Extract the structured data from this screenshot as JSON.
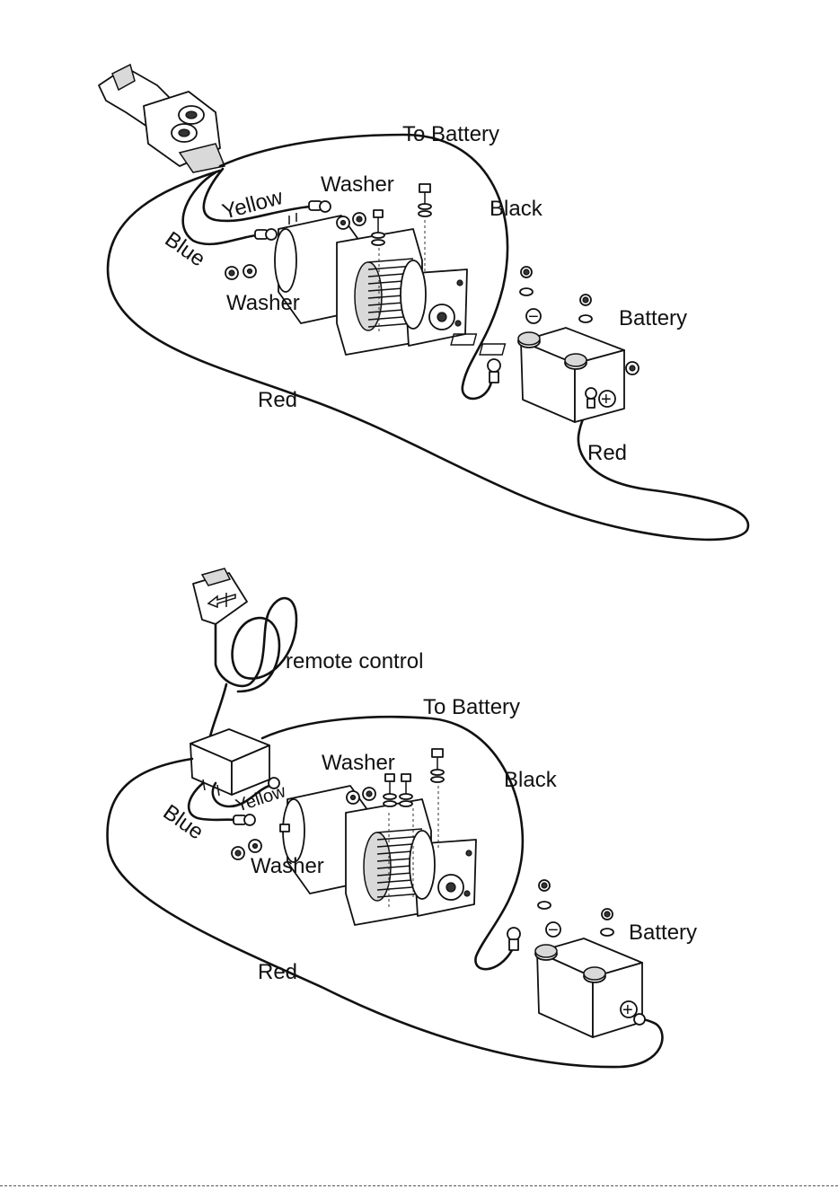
{
  "diagram_top": {
    "labels": {
      "to_battery": "To Battery",
      "black": "Black",
      "yellow": "Yellow",
      "blue": "Blue",
      "washer_upper": "Washer",
      "washer_lower": "Washer",
      "battery": "Battery",
      "red_left": "Red",
      "red_right": "Red"
    }
  },
  "diagram_bottom": {
    "labels": {
      "remote_control": "remote control",
      "to_battery": "To Battery",
      "black": "Black",
      "yellow": "Yellow",
      "blue": "Blue",
      "washer_upper": "Washer",
      "washer_lower": "Washer",
      "battery": "Battery",
      "red": "Red"
    }
  },
  "battery_symbols": {
    "minus": "−",
    "plus": "+"
  }
}
